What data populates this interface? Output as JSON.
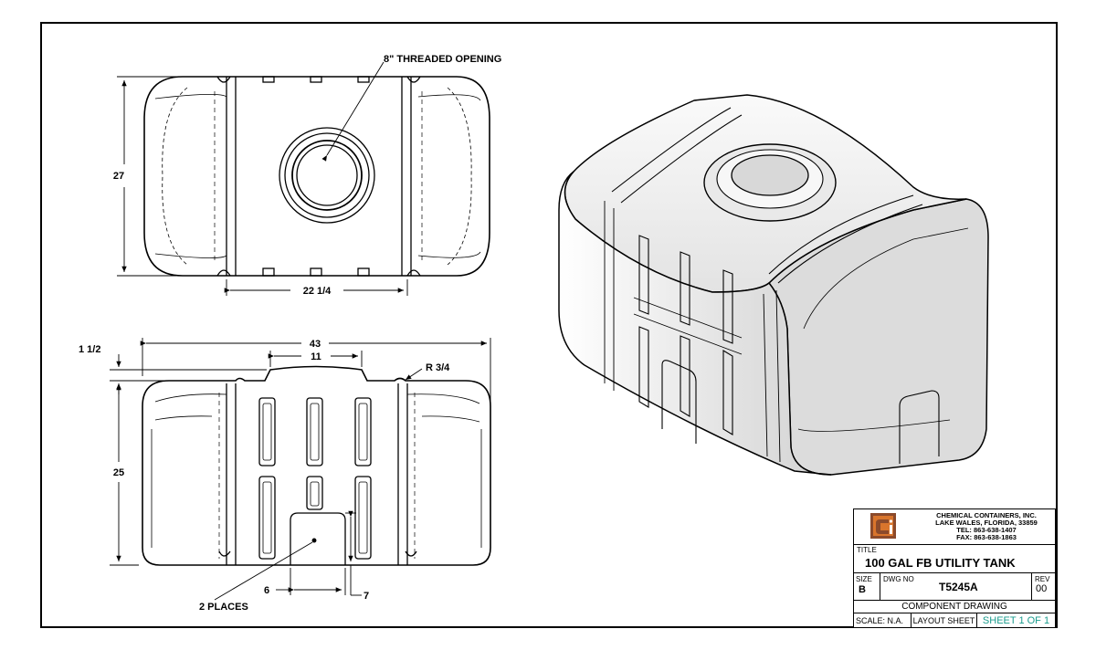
{
  "views": {
    "top": {
      "opening_label": "8\" THREADED OPENING",
      "width_dim": "22 1/4",
      "height_dim": "27"
    },
    "front": {
      "length_dim": "43",
      "boss_dim": "11",
      "boss_height_dim": "1 1/2",
      "radius_dim": "R  3/4",
      "height_dim": "25",
      "pocket_width_dim": "6",
      "pocket_height_dim": "7",
      "pocket_note": "2 PLACES"
    }
  },
  "title_block": {
    "company_lines": [
      "CHEMICAL CONTAINERS, INC.",
      "LAKE WALES, FLORIDA, 33859",
      "TEL: 863-638-1407",
      "FAX: 863-638-1863"
    ],
    "title_label": "TITLE",
    "title": "100 GAL FB UTILITY TANK",
    "size_label": "SIZE",
    "size": "B",
    "dwg_label": "DWG NO",
    "dwg_no": "T5245A",
    "rev_label": "REV",
    "rev": "00",
    "description": "COMPONENT DRAWING",
    "scale": "SCALE: N.A.",
    "layout": "LAYOUT SHEET",
    "sheet": "SHEET 1 OF 1"
  },
  "colors": {
    "sheet_text": "#1b9c8e",
    "logo_brown": "#8b4a2b",
    "logo_orange": "#d9752c",
    "tank_fill": "#eeeeee",
    "tank_shade": "#d6d6d6"
  }
}
